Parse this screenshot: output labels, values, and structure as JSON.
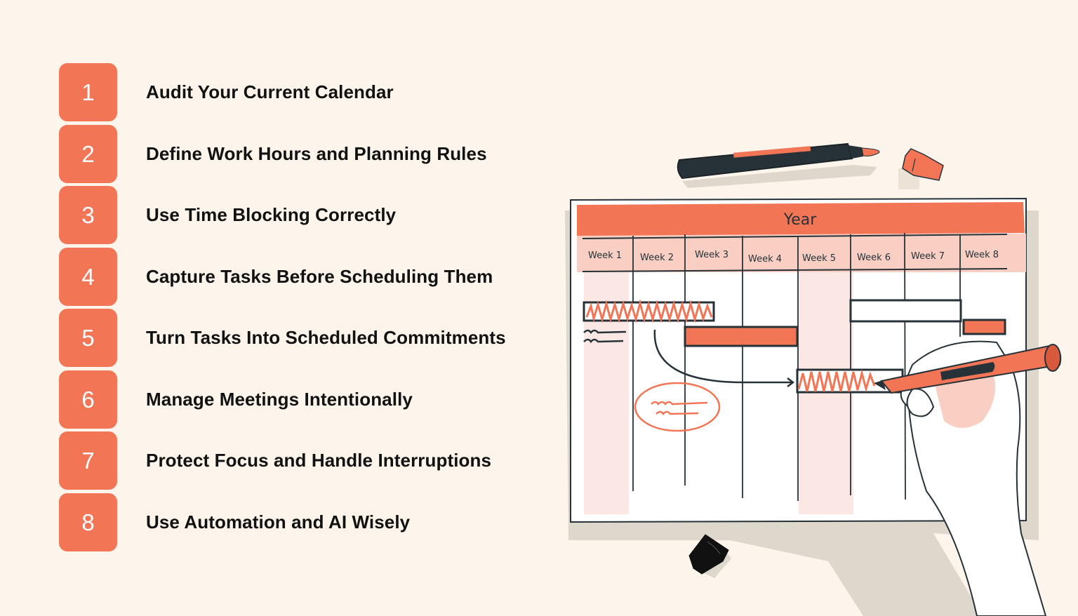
{
  "colors": {
    "background": "#fdf5eb",
    "accent": "#f27556",
    "accent_light": "#f9cfc4",
    "column_tint": "#fbe8e4",
    "ink": "#263238",
    "text": "#111111"
  },
  "steps": [
    {
      "number": "1",
      "label": "Audit Your Current Calendar"
    },
    {
      "number": "2",
      "label": "Define Work Hours and Planning Rules"
    },
    {
      "number": "3",
      "label": "Use Time Blocking Correctly"
    },
    {
      "number": "4",
      "label": "Capture Tasks Before Scheduling Them"
    },
    {
      "number": "5",
      "label": "Turn Tasks Into Scheduled Commitments"
    },
    {
      "number": "6",
      "label": "Manage Meetings Intentionally"
    },
    {
      "number": "7",
      "label": "Protect Focus and Handle Interruptions"
    },
    {
      "number": "8",
      "label": "Use Automation and AI Wisely"
    }
  ],
  "planner": {
    "title": "Year",
    "weeks": [
      "Week 1",
      "Week 2",
      "Week 3",
      "Week 4",
      "Week 5",
      "Week 6",
      "Week 7",
      "Week 8"
    ]
  },
  "icons": {
    "marker": "marker-icon",
    "marker_cap": "marker-cap-icon",
    "hand": "hand-holding-marker-icon"
  }
}
